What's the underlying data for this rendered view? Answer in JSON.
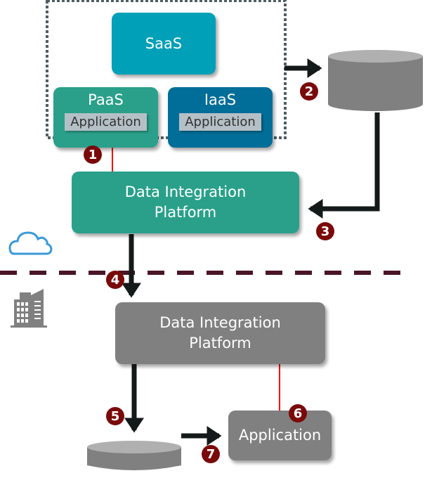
{
  "cloud_group": {
    "saas": "SaaS",
    "paas": {
      "title": "PaaS",
      "app": "Application"
    },
    "iaas": {
      "title": "IaaS",
      "app": "Application"
    }
  },
  "cloud_platform": {
    "label_line1": "Data Integration",
    "label_line2": "Platform"
  },
  "onprem_platform": {
    "label_line1": "Data Integration",
    "label_line2": "Platform"
  },
  "onprem_app": "Application",
  "steps": [
    "1",
    "2",
    "3",
    "4",
    "5",
    "6",
    "7"
  ],
  "icons": {
    "cloud": "cloud-icon",
    "building": "building-icon"
  },
  "colors": {
    "saas": "#00a0b8",
    "paas": "#2aa08a",
    "iaas": "#006e98",
    "cloud_platform": "#2aa08a",
    "onprem": "#808080",
    "badge": "#7a0a0a",
    "red_arrow": "#ff0000",
    "divider": "#4a1526"
  }
}
